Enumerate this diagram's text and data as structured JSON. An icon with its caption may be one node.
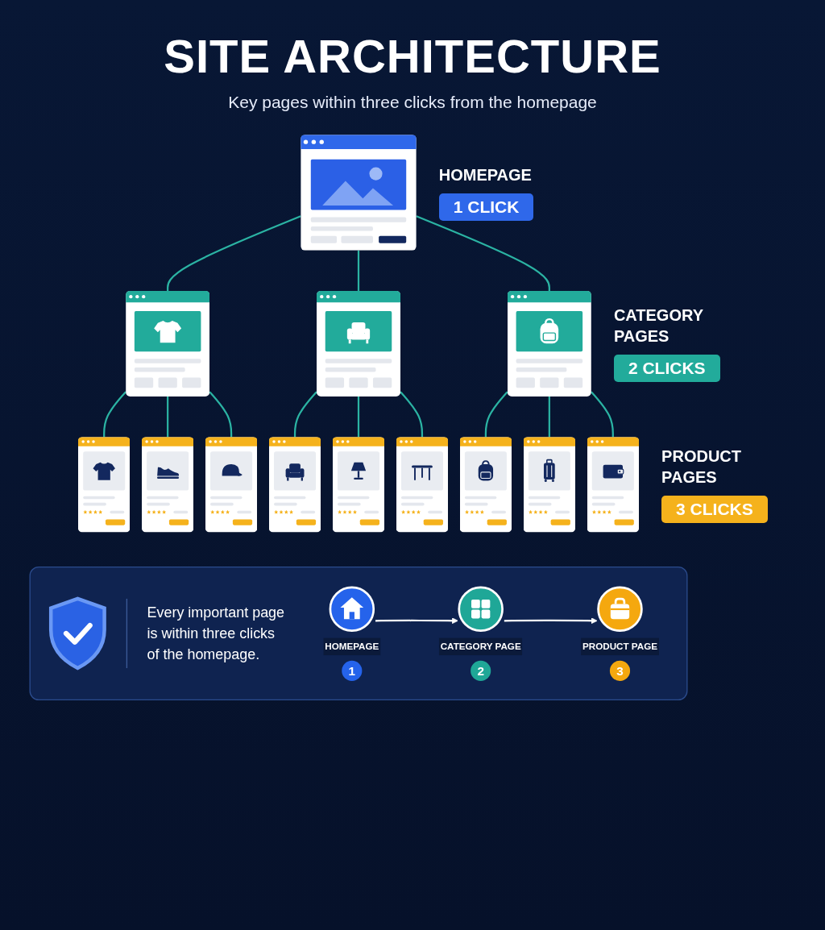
{
  "diagram": {
    "title": "SITE ARCHITECTURE",
    "nodes": [
      {
        "text": [],
        "shape": "picture"
      },
      {
        "text": [],
        "shape": "picture"
      },
      {
        "text": [],
        "shape": "picture"
      },
      {
        "text": [],
        "shape": "picture"
      },
      {
        "text": [],
        "shape": "picture"
      },
      {
        "text": [],
        "shape": "picture"
      },
      {
        "text": [],
        "shape": "picture"
      },
      {
        "text": [],
        "shape": "picture"
      },
      {
        "text": [],
        "shape": "picture"
      },
      {
        "text": [],
        "shape": "picture"
      },
      {
        "text": [],
        "shape": "picture"
      },
      {
        "text": [],
        "shape": "picture"
      },
      {
        "text": [],
        "shape": "picture"
      },
      {
        "text": [
          "Every important page is within three clicks of the homepage."
        ]
      },
      {
        "text": [
          "HOMEPAGE"
        ],
        "beside": [
          "1"
        ],
        "in": 13
      },
      {
        "text": [
          "CATEGORY PAGE"
        ],
        "beside": [
          "2"
        ],
        "in": 13
      },
      {
        "text": [
          "PRODUCT PAGE"
        ],
        "beside": [
          "3"
        ],
        "in": 13
      }
    ],
    "edges": [
      {
        "from": 0,
        "to": 1,
        "arrow": "none"
      },
      {
        "from": 0,
        "to": 2,
        "arrow": "none"
      },
      {
        "from": 0,
        "to": 3,
        "arrow": "none"
      },
      {
        "from": 1,
        "to": 4,
        "arrow": "none"
      },
      {
        "from": 1,
        "to": 5,
        "arrow": "none"
      },
      {
        "from": 1,
        "to": 6,
        "arrow": "none"
      },
      {
        "from": 2,
        "to": 7,
        "arrow": "none"
      },
      {
        "from": 2,
        "to": 8,
        "arrow": "none"
      },
      {
        "from": 2,
        "to": 9,
        "arrow": "none"
      },
      {
        "from": 3,
        "to": 10,
        "arrow": "none"
      },
      {
        "from": 3,
        "to": 11,
        "arrow": "none"
      },
      {
        "from": 3,
        "to": 12,
        "arrow": "none"
      },
      {
        "from": 14,
        "to": 15,
        "arrow": "to",
        "color": "#ffffff"
      },
      {
        "from": 15,
        "to": 16,
        "arrow": "to",
        "color": "#ffffff"
      }
    ],
    "labels": [
      "Key pages within three clicks from the homepage",
      "HOMEPAGE",
      "1 CLICK",
      "CATEGORY PAGES",
      "2 CLICKS",
      "PRODUCT PAGES",
      "3 CLICKS"
    ]
  }
}
